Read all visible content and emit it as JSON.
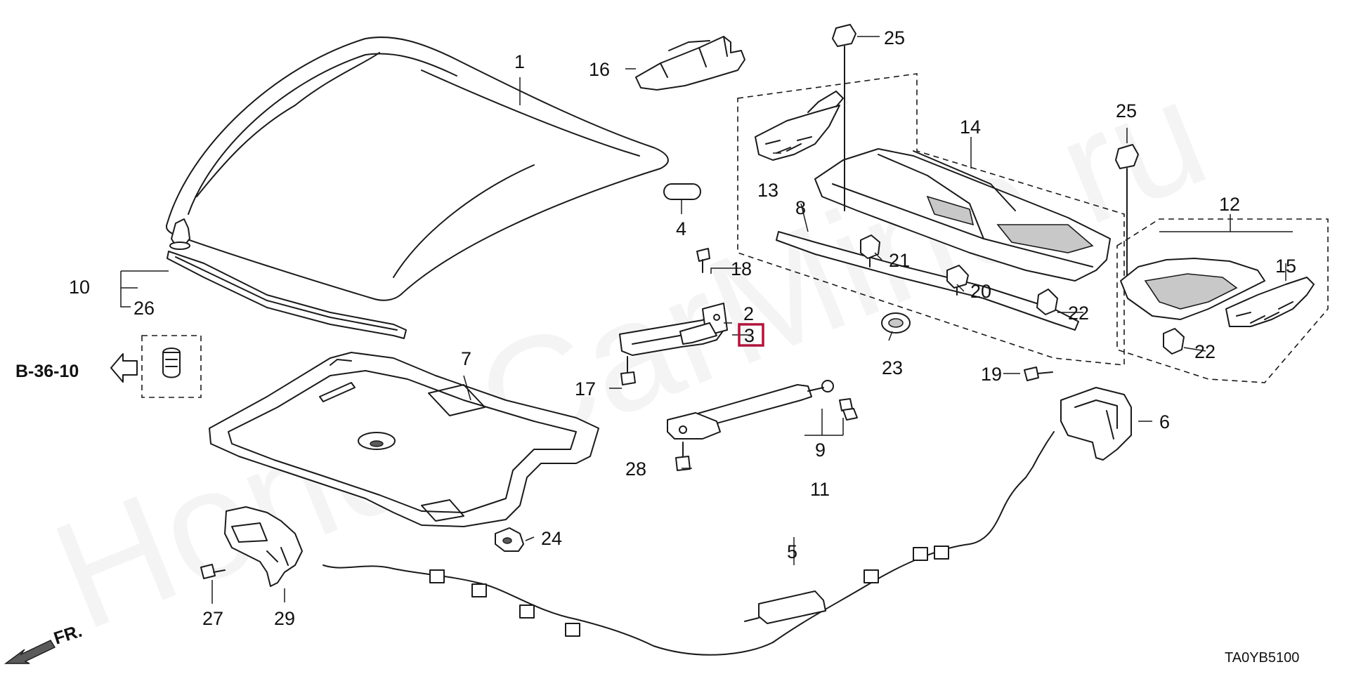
{
  "watermark": "HondaCarMine.ru",
  "diagram_code": "TA0YB5100",
  "reference": {
    "label": "B-36-10"
  },
  "direction": {
    "label": "FR."
  },
  "colors": {
    "highlight": "#b0153c",
    "line": "#1a1a1a",
    "background": "#ffffff"
  },
  "callouts": {
    "c1": "1",
    "c2": "2",
    "c3": "3",
    "c4": "4",
    "c5": "5",
    "c6": "6",
    "c7": "7",
    "c8": "8",
    "c9": "9",
    "c10": "10",
    "c11": "11",
    "c12": "12",
    "c13": "13",
    "c14": "14",
    "c15": "15",
    "c16": "16",
    "c17": "17",
    "c18": "18",
    "c19": "19",
    "c20": "20",
    "c21": "21",
    "c22a": "22",
    "c22b": "22",
    "c23": "23",
    "c24": "24",
    "c25a": "25",
    "c25b": "25",
    "c26": "26",
    "c27": "27",
    "c28": "28",
    "c29": "29"
  },
  "highlighted_callout": "3"
}
